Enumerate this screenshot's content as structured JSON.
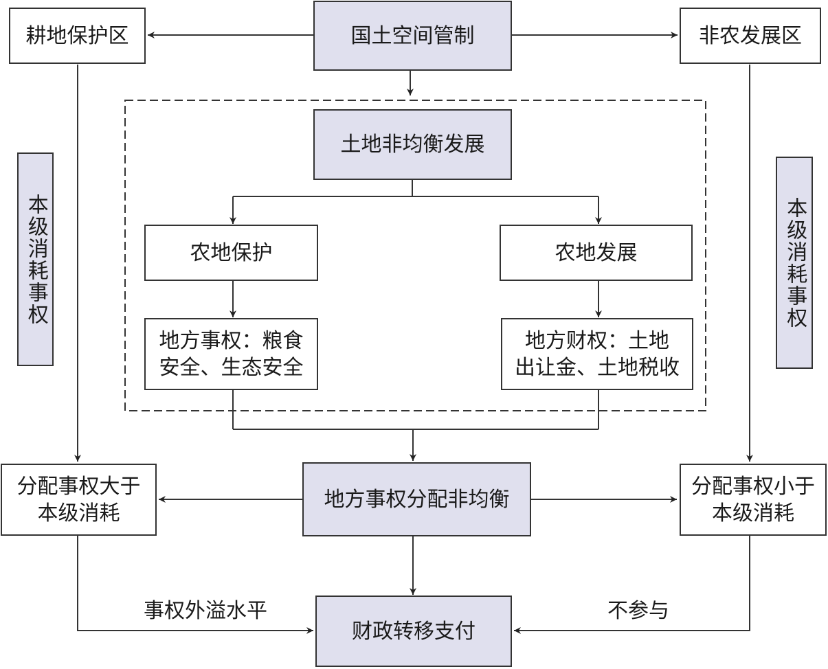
{
  "nodes": {
    "control": "国土空间管制",
    "farmland_zone": "耕地保护区",
    "nonagri_zone": "非农发展区",
    "uneven_dev": "土地非均衡发展",
    "farm_protect": "农地保护",
    "farm_develop": "农地发展",
    "local_duty_line1": "地方事权：粮食",
    "local_duty_line2": "安全、生态安全",
    "local_finance_line1": "地方财权：土地",
    "local_finance_line2": "出让金、土地税收",
    "uneven_alloc": "地方事权分配非均衡",
    "alloc_greater_line1": "分配事权大于",
    "alloc_greater_line2": "本级消耗",
    "alloc_less_line1": "分配事权小于",
    "alloc_less_line2": "本级消耗",
    "transfer": "财政转移支付"
  },
  "side_labels": {
    "left": "本级消耗事权",
    "right": "本级消耗事权"
  },
  "edge_labels": {
    "spillover": "事权外溢水平",
    "not_participate": "不参与"
  }
}
